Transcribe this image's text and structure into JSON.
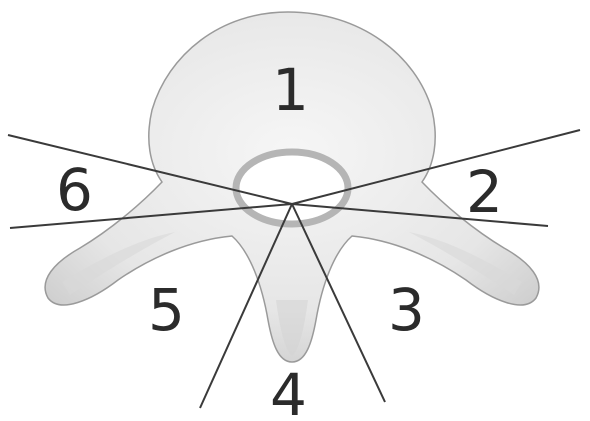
{
  "segment_labels": {
    "s1": "1",
    "s2": "2",
    "s3": "3",
    "s4": "4",
    "s5": "5",
    "s6": "6"
  },
  "colors": {
    "bone_fill": "#ececec",
    "bone_shadow": "#b8b8b8",
    "outline": "#9a9a9a",
    "dividing_line": "#3a3a3a",
    "label_text": "#2b2b2b"
  }
}
